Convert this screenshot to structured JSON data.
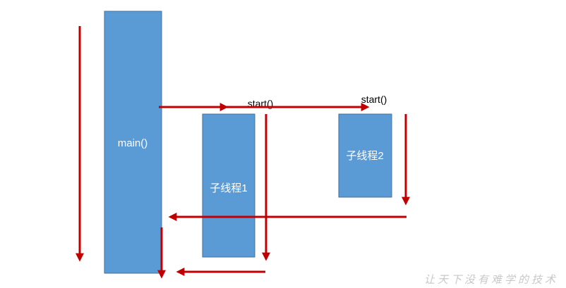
{
  "diagram": {
    "blocks": {
      "main": "main()",
      "thread1": "子线程1",
      "thread2": "子线程2"
    },
    "calls": {
      "start1": "start()",
      "start2": "start()"
    },
    "watermark": "让天下没有难学的技术"
  },
  "colors": {
    "block_fill": "#5b9bd5",
    "block_stroke": "#41719c",
    "arrow": "#c00000",
    "watermark": "#c8c8c8"
  }
}
